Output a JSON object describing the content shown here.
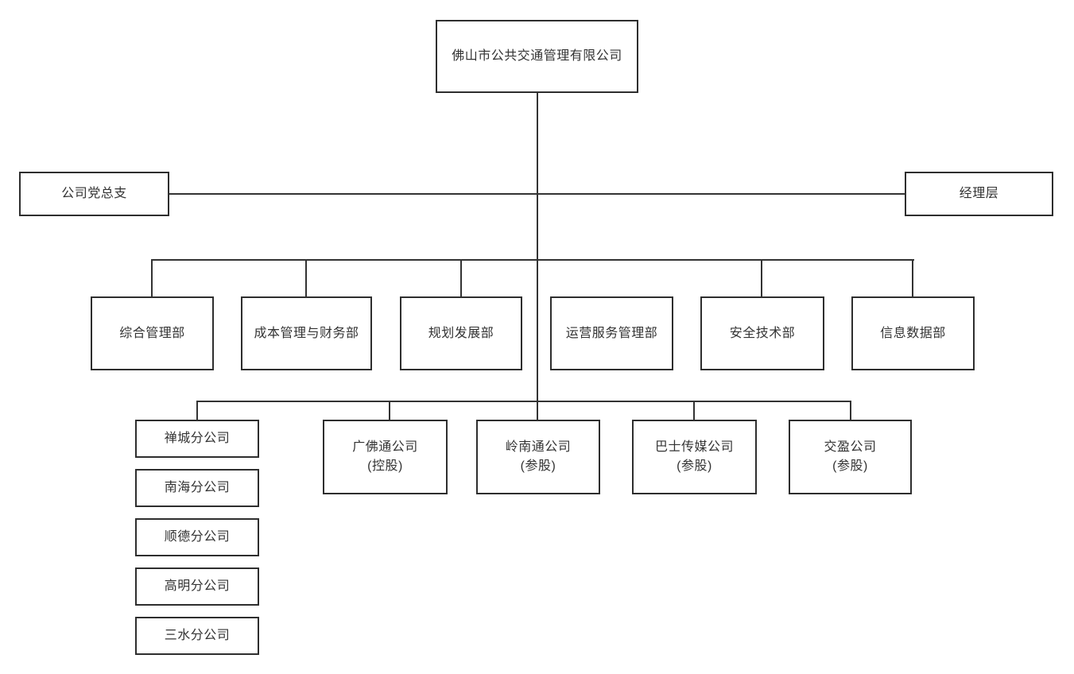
{
  "org_chart": {
    "root": {
      "label": "佛山市公共交通管理有限公司"
    },
    "governance": {
      "party": {
        "label": "公司党总支"
      },
      "management": {
        "label": "经理层"
      }
    },
    "departments": [
      {
        "label": "综合管理部"
      },
      {
        "label": "成本管理与财务部"
      },
      {
        "label": "规划发展部"
      },
      {
        "label": "运营服务管理部"
      },
      {
        "label": "安全技术部"
      },
      {
        "label": "信息数据部"
      }
    ],
    "subsidiaries": [
      {
        "label": "禅城分公司",
        "note": ""
      },
      {
        "label": "广佛通公司",
        "note": "(控股)"
      },
      {
        "label": "岭南通公司",
        "note": "(参股)"
      },
      {
        "label": "巴士传媒公司",
        "note": "(参股)"
      },
      {
        "label": "交盈公司",
        "note": "(参股)"
      }
    ],
    "branches": [
      {
        "label": "南海分公司"
      },
      {
        "label": "顺德分公司"
      },
      {
        "label": "高明分公司"
      },
      {
        "label": "三水分公司"
      }
    ]
  }
}
